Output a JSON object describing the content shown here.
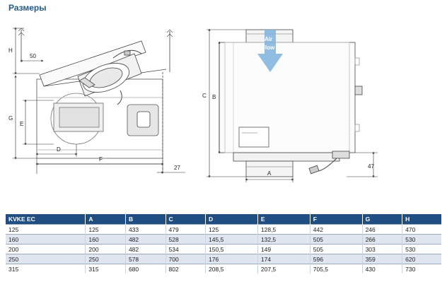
{
  "title": "Размеры",
  "drawing": {
    "left_labels": {
      "H": "H",
      "G": "G",
      "E": "E",
      "D": "D",
      "F": "F",
      "dim50": "50",
      "dim27": "27"
    },
    "right_labels": {
      "C": "C",
      "B": "B",
      "A": "A",
      "dim47": "47",
      "airflow_1": "Air",
      "airflow_2": "Flow"
    }
  },
  "table": {
    "headers": [
      "KVKE EC",
      "A",
      "B",
      "C",
      "D",
      "E",
      "F",
      "G",
      "H"
    ],
    "rows": [
      [
        "125",
        "125",
        "433",
        "479",
        "125",
        "128,5",
        "442",
        "246",
        "470"
      ],
      [
        "160",
        "160",
        "482",
        "528",
        "145,5",
        "132,5",
        "505",
        "266",
        "530"
      ],
      [
        "200",
        "200",
        "482",
        "534",
        "150,5",
        "149",
        "505",
        "303",
        "530"
      ],
      [
        "250",
        "250",
        "578",
        "700",
        "176",
        "174",
        "596",
        "359",
        "620"
      ],
      [
        "315",
        "315",
        "680",
        "802",
        "208,5",
        "207,5",
        "705,5",
        "430",
        "730"
      ]
    ]
  },
  "colors": {
    "title": "#1f5a8f",
    "header_bg": "#1f4f82",
    "airflow_arrow": "#7fb2dd"
  }
}
